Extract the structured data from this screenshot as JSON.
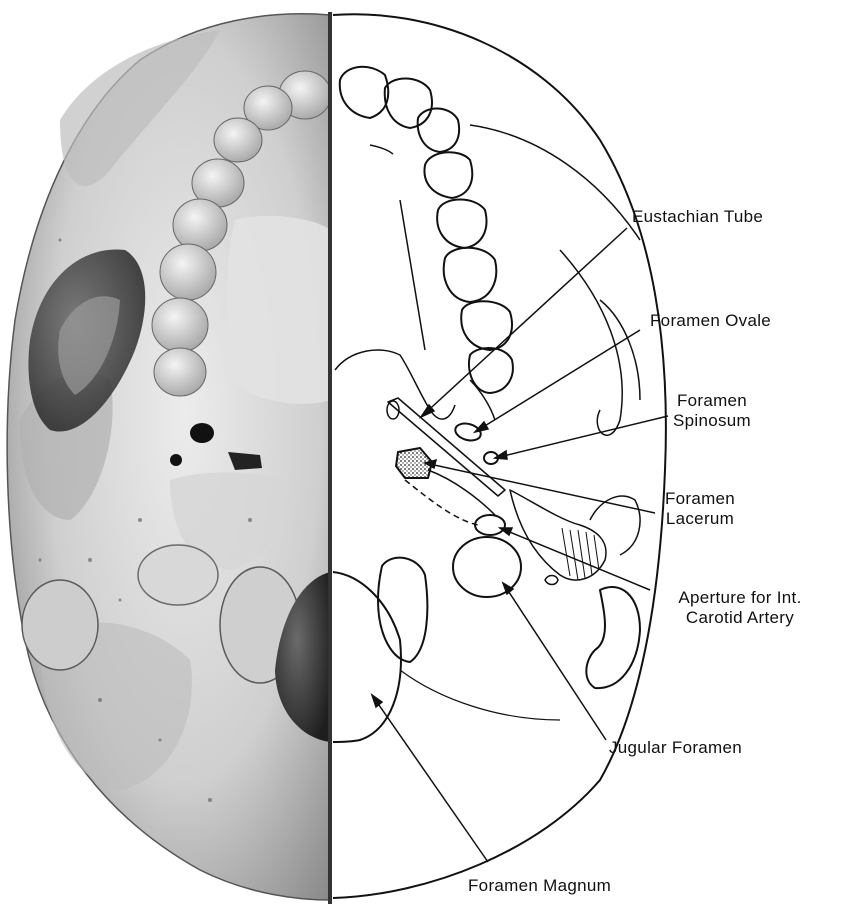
{
  "labels": {
    "eustachian_tube": "Eustachian Tube",
    "foramen_ovale": "Foramen Ovale",
    "foramen_spinosum": [
      "Foramen",
      "Spinosum"
    ],
    "foramen_lacerum": [
      "Foramen",
      "Lacerum"
    ],
    "aperture_carotid": [
      "Aperture for Int.",
      "Carotid Artery"
    ],
    "jugular_foramen": "Jugular Foramen",
    "foramen_magnum": "Foramen Magnum"
  },
  "colors": {
    "ink": "#111111",
    "bone_light": "#e4e4e4",
    "bone_mid": "#a8a8a8",
    "bone_dark": "#3a3a3a",
    "background": "#ffffff"
  }
}
